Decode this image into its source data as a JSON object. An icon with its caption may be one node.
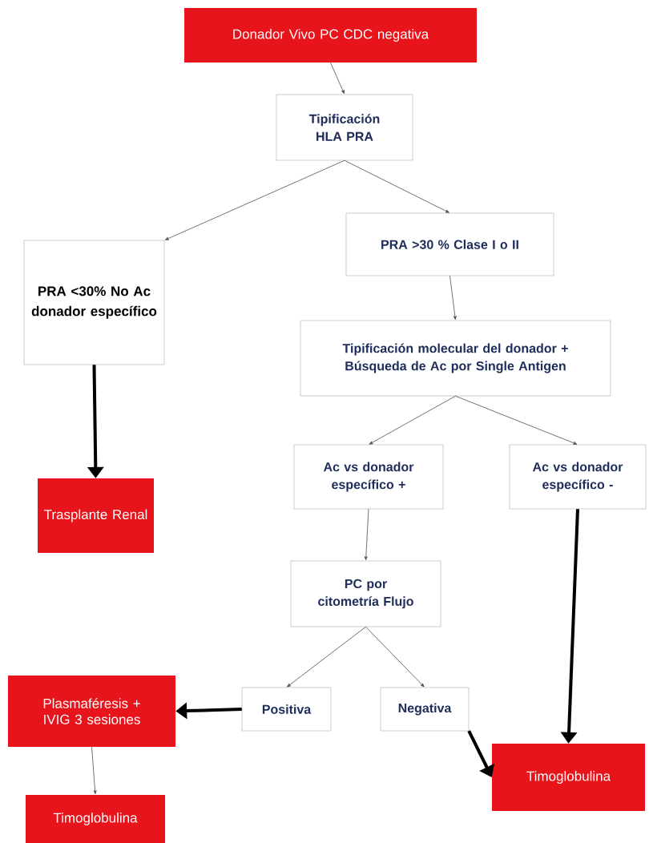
{
  "diagram": {
    "nodes": [
      {
        "text": [
          "Donador Vivo PC CDC negativa"
        ]
      },
      {
        "text": [
          "Tipificación HLA PRA"
        ]
      },
      {
        "text": [
          "PRA <30% No Ac donador específico"
        ]
      },
      {
        "text": [
          "PRA >30 % Clase I o II"
        ]
      },
      {
        "text": [
          "Trasplante Renal"
        ]
      },
      {
        "text": [
          "Tipificación molecular del donador + Búsqueda de Ac por Single Antigen"
        ]
      },
      {
        "text": [
          "Ac vs donador específico +"
        ]
      },
      {
        "text": [
          "Ac vs donador específico -"
        ]
      },
      {
        "text": [
          "PC por citometría Flujo"
        ]
      },
      {
        "text": [
          "Plasmaféresis + IVIG 3 sesiones"
        ]
      },
      {
        "text": [
          "Positiva"
        ]
      },
      {
        "text": [
          "Negativa"
        ]
      },
      {
        "text": [
          "Timoglobulina"
        ]
      },
      {
        "text": [
          "Timoglobulina"
        ]
      }
    ],
    "edges": [
      {
        "from": 0,
        "to": 1,
        "arrow": "to"
      },
      {
        "from": 1,
        "to": 2,
        "arrow": "to"
      },
      {
        "from": 1,
        "to": 3,
        "arrow": "to"
      },
      {
        "from": 2,
        "to": 4,
        "arrow": "to",
        "style": "thick"
      },
      {
        "from": 3,
        "to": 5,
        "arrow": "to"
      },
      {
        "from": 5,
        "to": 6,
        "arrow": "to"
      },
      {
        "from": 5,
        "to": 7,
        "arrow": "to"
      },
      {
        "from": 6,
        "to": 8,
        "arrow": "to"
      },
      {
        "from": 7,
        "to": 13,
        "arrow": "to",
        "style": "thick"
      },
      {
        "from": 8,
        "to": 10,
        "arrow": "to"
      },
      {
        "from": 8,
        "to": 11,
        "arrow": "to"
      },
      {
        "from": 10,
        "to": 9,
        "arrow": "to",
        "style": "thick"
      },
      {
        "from": 9,
        "to": 12,
        "arrow": "to"
      },
      {
        "from": 11,
        "to": 13,
        "arrow": "to",
        "style": "thick"
      }
    ]
  }
}
